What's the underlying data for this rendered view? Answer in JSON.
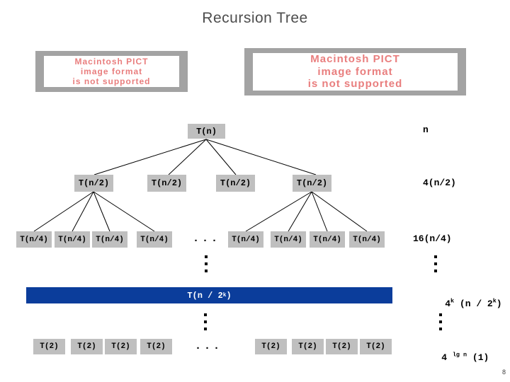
{
  "slide": {
    "title": "Recursion Tree",
    "page_number": "8"
  },
  "pict_placeholder": {
    "line1": "Macintosh PICT",
    "line2": "image format",
    "line3": "is not supported"
  },
  "tree": {
    "root_label": "T(n)",
    "level1_labels": [
      "T(n/2)",
      "T(n/2)",
      "T(n/2)",
      "T(n/2)"
    ],
    "level2_left_labels": [
      "T(n/4)",
      "T(n/4)",
      "T(n/4)",
      "T(n/4)"
    ],
    "level2_right_labels": [
      "T(n/4)",
      "T(n/4)",
      "T(n/4)",
      "T(n/4)"
    ],
    "leaf_left_labels": [
      "T(2)",
      "T(2)",
      "T(2)",
      "T(2)"
    ],
    "leaf_right_labels": [
      "T(2)",
      "T(2)",
      "T(2)",
      "T(2)"
    ],
    "horizontal_ellipsis": "...",
    "bar_label": {
      "pre": "T(n / 2",
      "sup": "k",
      "post": ")"
    }
  },
  "cost_column": {
    "root": "n",
    "level1": "4(n/2)",
    "level2": "16(n/4)",
    "level_k": {
      "p1": "4",
      "s1": "k",
      "p2": " (n / 2",
      "s2": "k",
      "p3": ")"
    },
    "leaves": {
      "p1": "4 ",
      "s1": "lg n",
      "p2": " (1)"
    }
  },
  "colors": {
    "node_fill": "#bfbfbf",
    "bar_fill": "#0b3d9b",
    "bar_text": "#ffffff",
    "pict_frame": "#a3a3a3",
    "pict_text": "#e97e7e",
    "title_text": "#4d4d4d"
  }
}
